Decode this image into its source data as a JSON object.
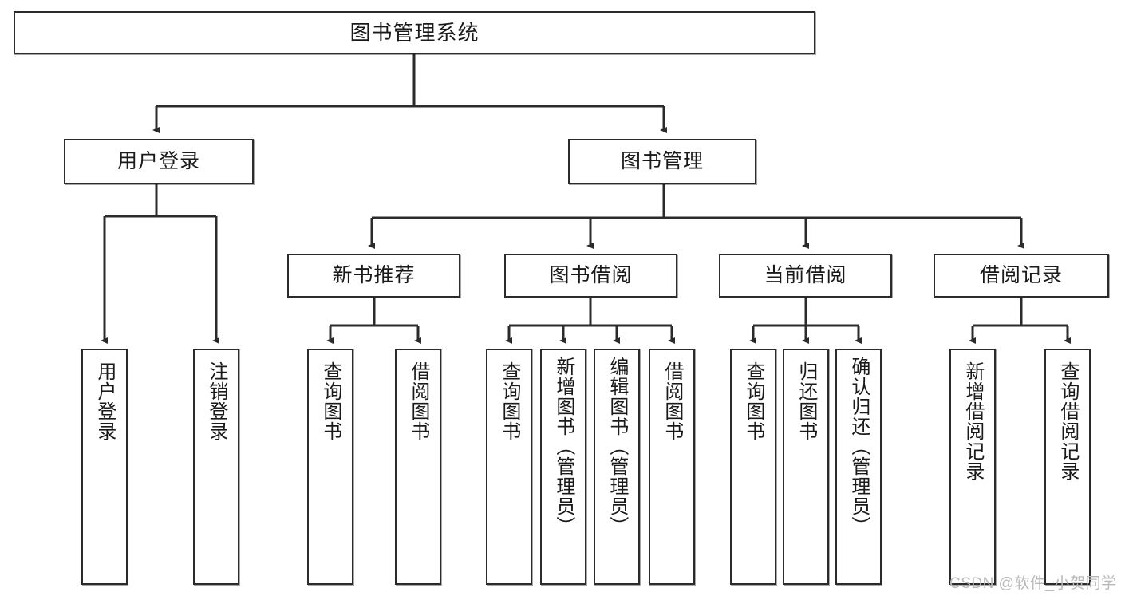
{
  "diagram": {
    "title": "图书管理系统",
    "root": {
      "label": "图书管理系统"
    },
    "level1": [
      {
        "label": "用户登录"
      },
      {
        "label": "图书管理"
      }
    ],
    "level2": [
      {
        "label": "新书推荐"
      },
      {
        "label": "图书借阅"
      },
      {
        "label": "当前借阅"
      },
      {
        "label": "借阅记录"
      }
    ],
    "leaves": {
      "user_login": [
        {
          "label": "用户登录"
        },
        {
          "label": "注销登录"
        }
      ],
      "new_book_recommend": [
        {
          "label": "查询图书"
        },
        {
          "label": "借阅图书"
        }
      ],
      "book_borrow": [
        {
          "label": "查询图书"
        },
        {
          "label": "新增图书（管理员）"
        },
        {
          "label": "编辑图书（管理员）"
        },
        {
          "label": "借阅图书"
        }
      ],
      "current_borrow": [
        {
          "label": "查询图书"
        },
        {
          "label": "归还图书"
        },
        {
          "label": "确认归还（管理员）"
        }
      ],
      "borrow_record": [
        {
          "label": "新增借阅记录"
        },
        {
          "label": "查询借阅记录"
        }
      ]
    }
  },
  "watermark": {
    "text": "CSDN @软件_小贺同学"
  },
  "colors": {
    "stroke": "#2b2b2b",
    "fill": "#ffffff",
    "text": "#1a1a1a",
    "watermark": "#b9b9b9"
  }
}
